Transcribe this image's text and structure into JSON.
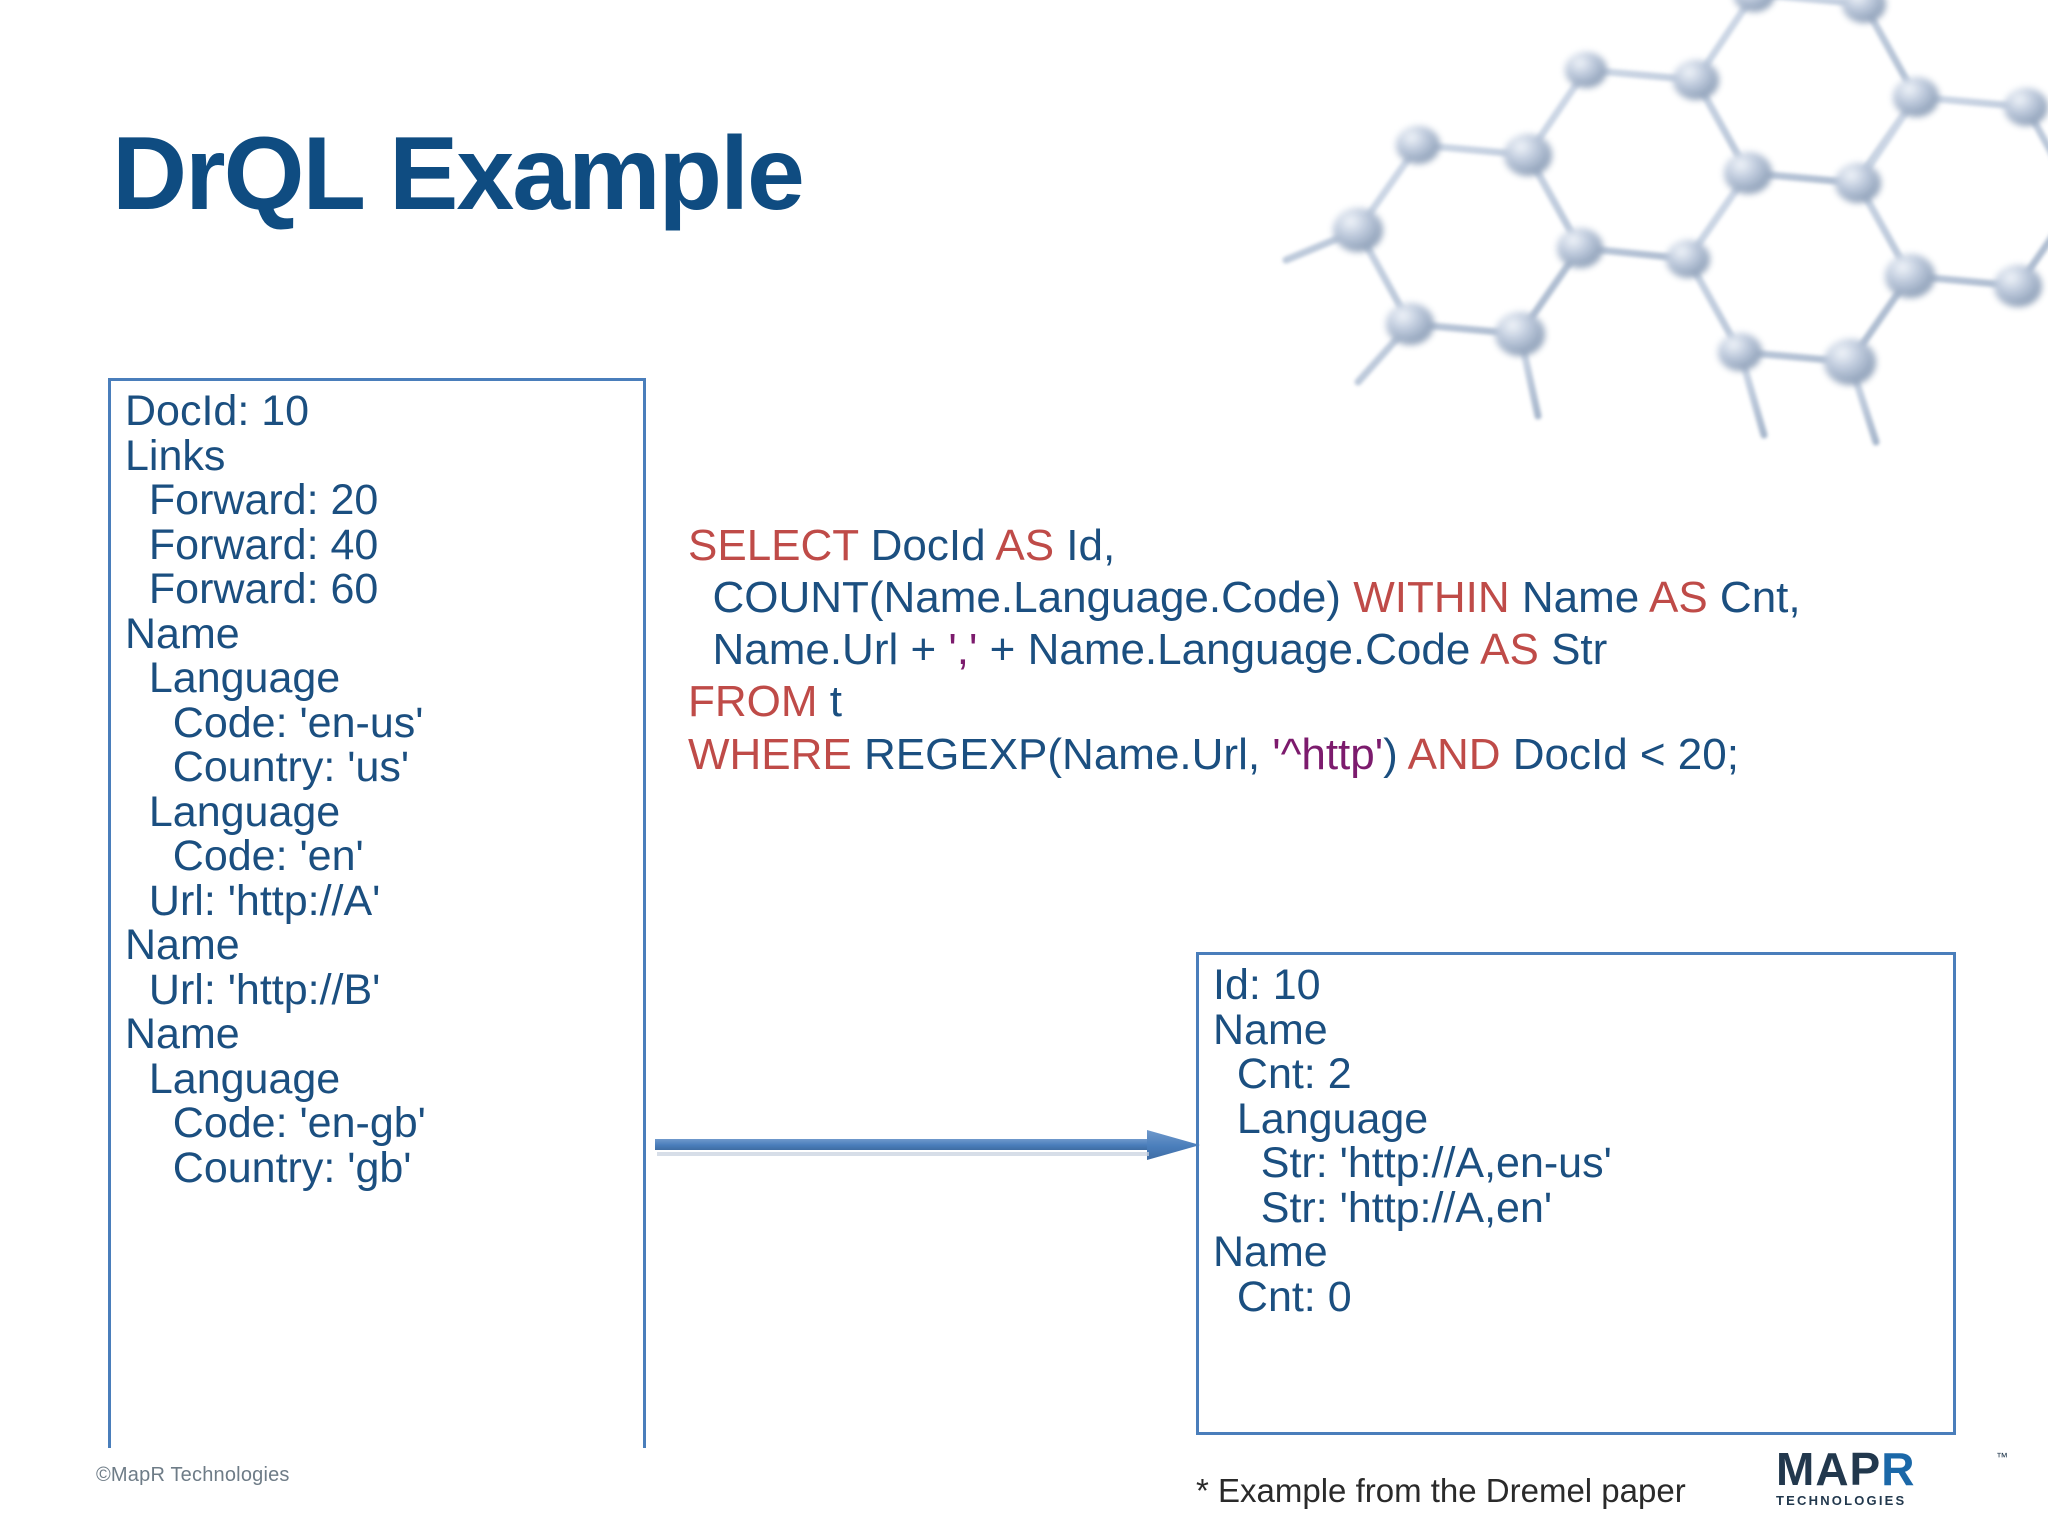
{
  "slide": {
    "title": "DrQL Example",
    "decor_icon": "hexagon-lattice-graphic"
  },
  "colors": {
    "title": "#0f4c81",
    "body_text": "#1b4f80",
    "box_border": "#4a7ebb",
    "sql_keyword": "#bf4b48",
    "sql_identifier": "#1b4f80",
    "sql_string": "#7c1b6d",
    "arrow": "#4a7ebb",
    "footer_text": "#6e7c87"
  },
  "input_record": {
    "lines": [
      "DocId: 10",
      "Links",
      "  Forward: 20",
      "  Forward: 40",
      "  Forward: 60",
      "Name",
      "  Language",
      "    Code: 'en-us'",
      "    Country: 'us'",
      "  Language",
      "    Code: 'en'",
      "  Url: 'http://A'",
      "Name",
      "  Url: 'http://B'",
      "Name",
      "  Language",
      "    Code: 'en-gb'",
      "    Country: 'gb'"
    ]
  },
  "query": {
    "lines": [
      [
        {
          "t": "SELECT ",
          "k": "keyword"
        },
        {
          "t": "DocId ",
          "k": "identifier"
        },
        {
          "t": "AS ",
          "k": "keyword"
        },
        {
          "t": "Id,",
          "k": "identifier"
        }
      ],
      [
        {
          "t": "  COUNT(Name.Language.Code) ",
          "k": "identifier"
        },
        {
          "t": "WITHIN ",
          "k": "keyword"
        },
        {
          "t": "Name ",
          "k": "identifier"
        },
        {
          "t": "AS ",
          "k": "keyword"
        },
        {
          "t": "Cnt,",
          "k": "identifier"
        }
      ],
      [
        {
          "t": "  Name.Url + ",
          "k": "identifier"
        },
        {
          "t": "','",
          "k": "string"
        },
        {
          "t": " + Name.Language.Code ",
          "k": "identifier"
        },
        {
          "t": "AS ",
          "k": "keyword"
        },
        {
          "t": "Str",
          "k": "identifier"
        }
      ],
      [
        {
          "t": "FROM ",
          "k": "keyword"
        },
        {
          "t": "t",
          "k": "identifier"
        }
      ],
      [
        {
          "t": "WHERE ",
          "k": "keyword"
        },
        {
          "t": "REGEXP(Name.Url, ",
          "k": "identifier"
        },
        {
          "t": "'^http'",
          "k": "string"
        },
        {
          "t": ") ",
          "k": "identifier"
        },
        {
          "t": "AND ",
          "k": "keyword"
        },
        {
          "t": "DocId < 20;",
          "k": "identifier"
        }
      ]
    ],
    "plain_text": "SELECT DocId AS Id,\n  COUNT(Name.Language.Code) WITHIN Name AS Cnt,\n  Name.Url + ',' + Name.Language.Code AS Str\nFROM t\nWHERE REGEXP(Name.Url, '^http') AND DocId < 20;"
  },
  "output_record": {
    "lines": [
      "Id: 10",
      "Name",
      "  Cnt: 2",
      "  Language",
      "    Str: 'http://A,en-us'",
      "    Str: 'http://A,en'",
      "Name",
      "  Cnt: 0"
    ]
  },
  "arrow": {
    "label": "transforms-into",
    "direction": "right"
  },
  "footer": {
    "copyright": "©MapR Technologies",
    "source_note": "* Example from the Dremel paper",
    "logo": {
      "wordmark_part1": "MAP",
      "wordmark_part2": "R",
      "subwordmark": "TECHNOLOGIES",
      "trademark": "™"
    }
  }
}
